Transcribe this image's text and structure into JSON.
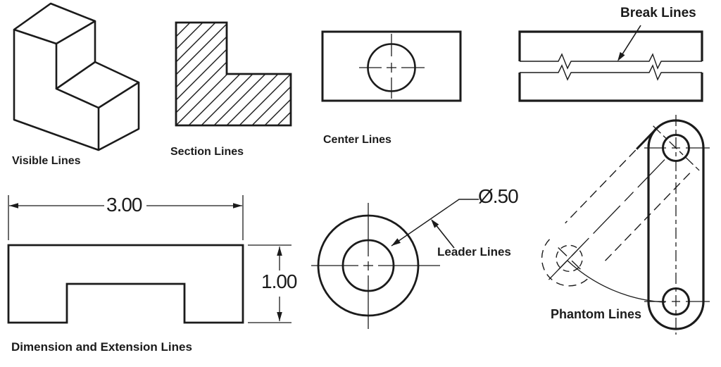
{
  "colors": {
    "ink": "#1b1b1b",
    "background": "#ffffff"
  },
  "figures": {
    "visible": {
      "label": "Visible Lines"
    },
    "section": {
      "label": "Section Lines"
    },
    "center": {
      "label": "Center Lines"
    },
    "break": {
      "label": "Break Lines"
    },
    "dimension": {
      "label": "Dimension and Extension Lines",
      "width_value": "3.00",
      "height_value": "1.00"
    },
    "leader": {
      "label": "Leader Lines",
      "callout_value": "Ø.50"
    },
    "phantom": {
      "label": "Phantom Lines"
    }
  }
}
